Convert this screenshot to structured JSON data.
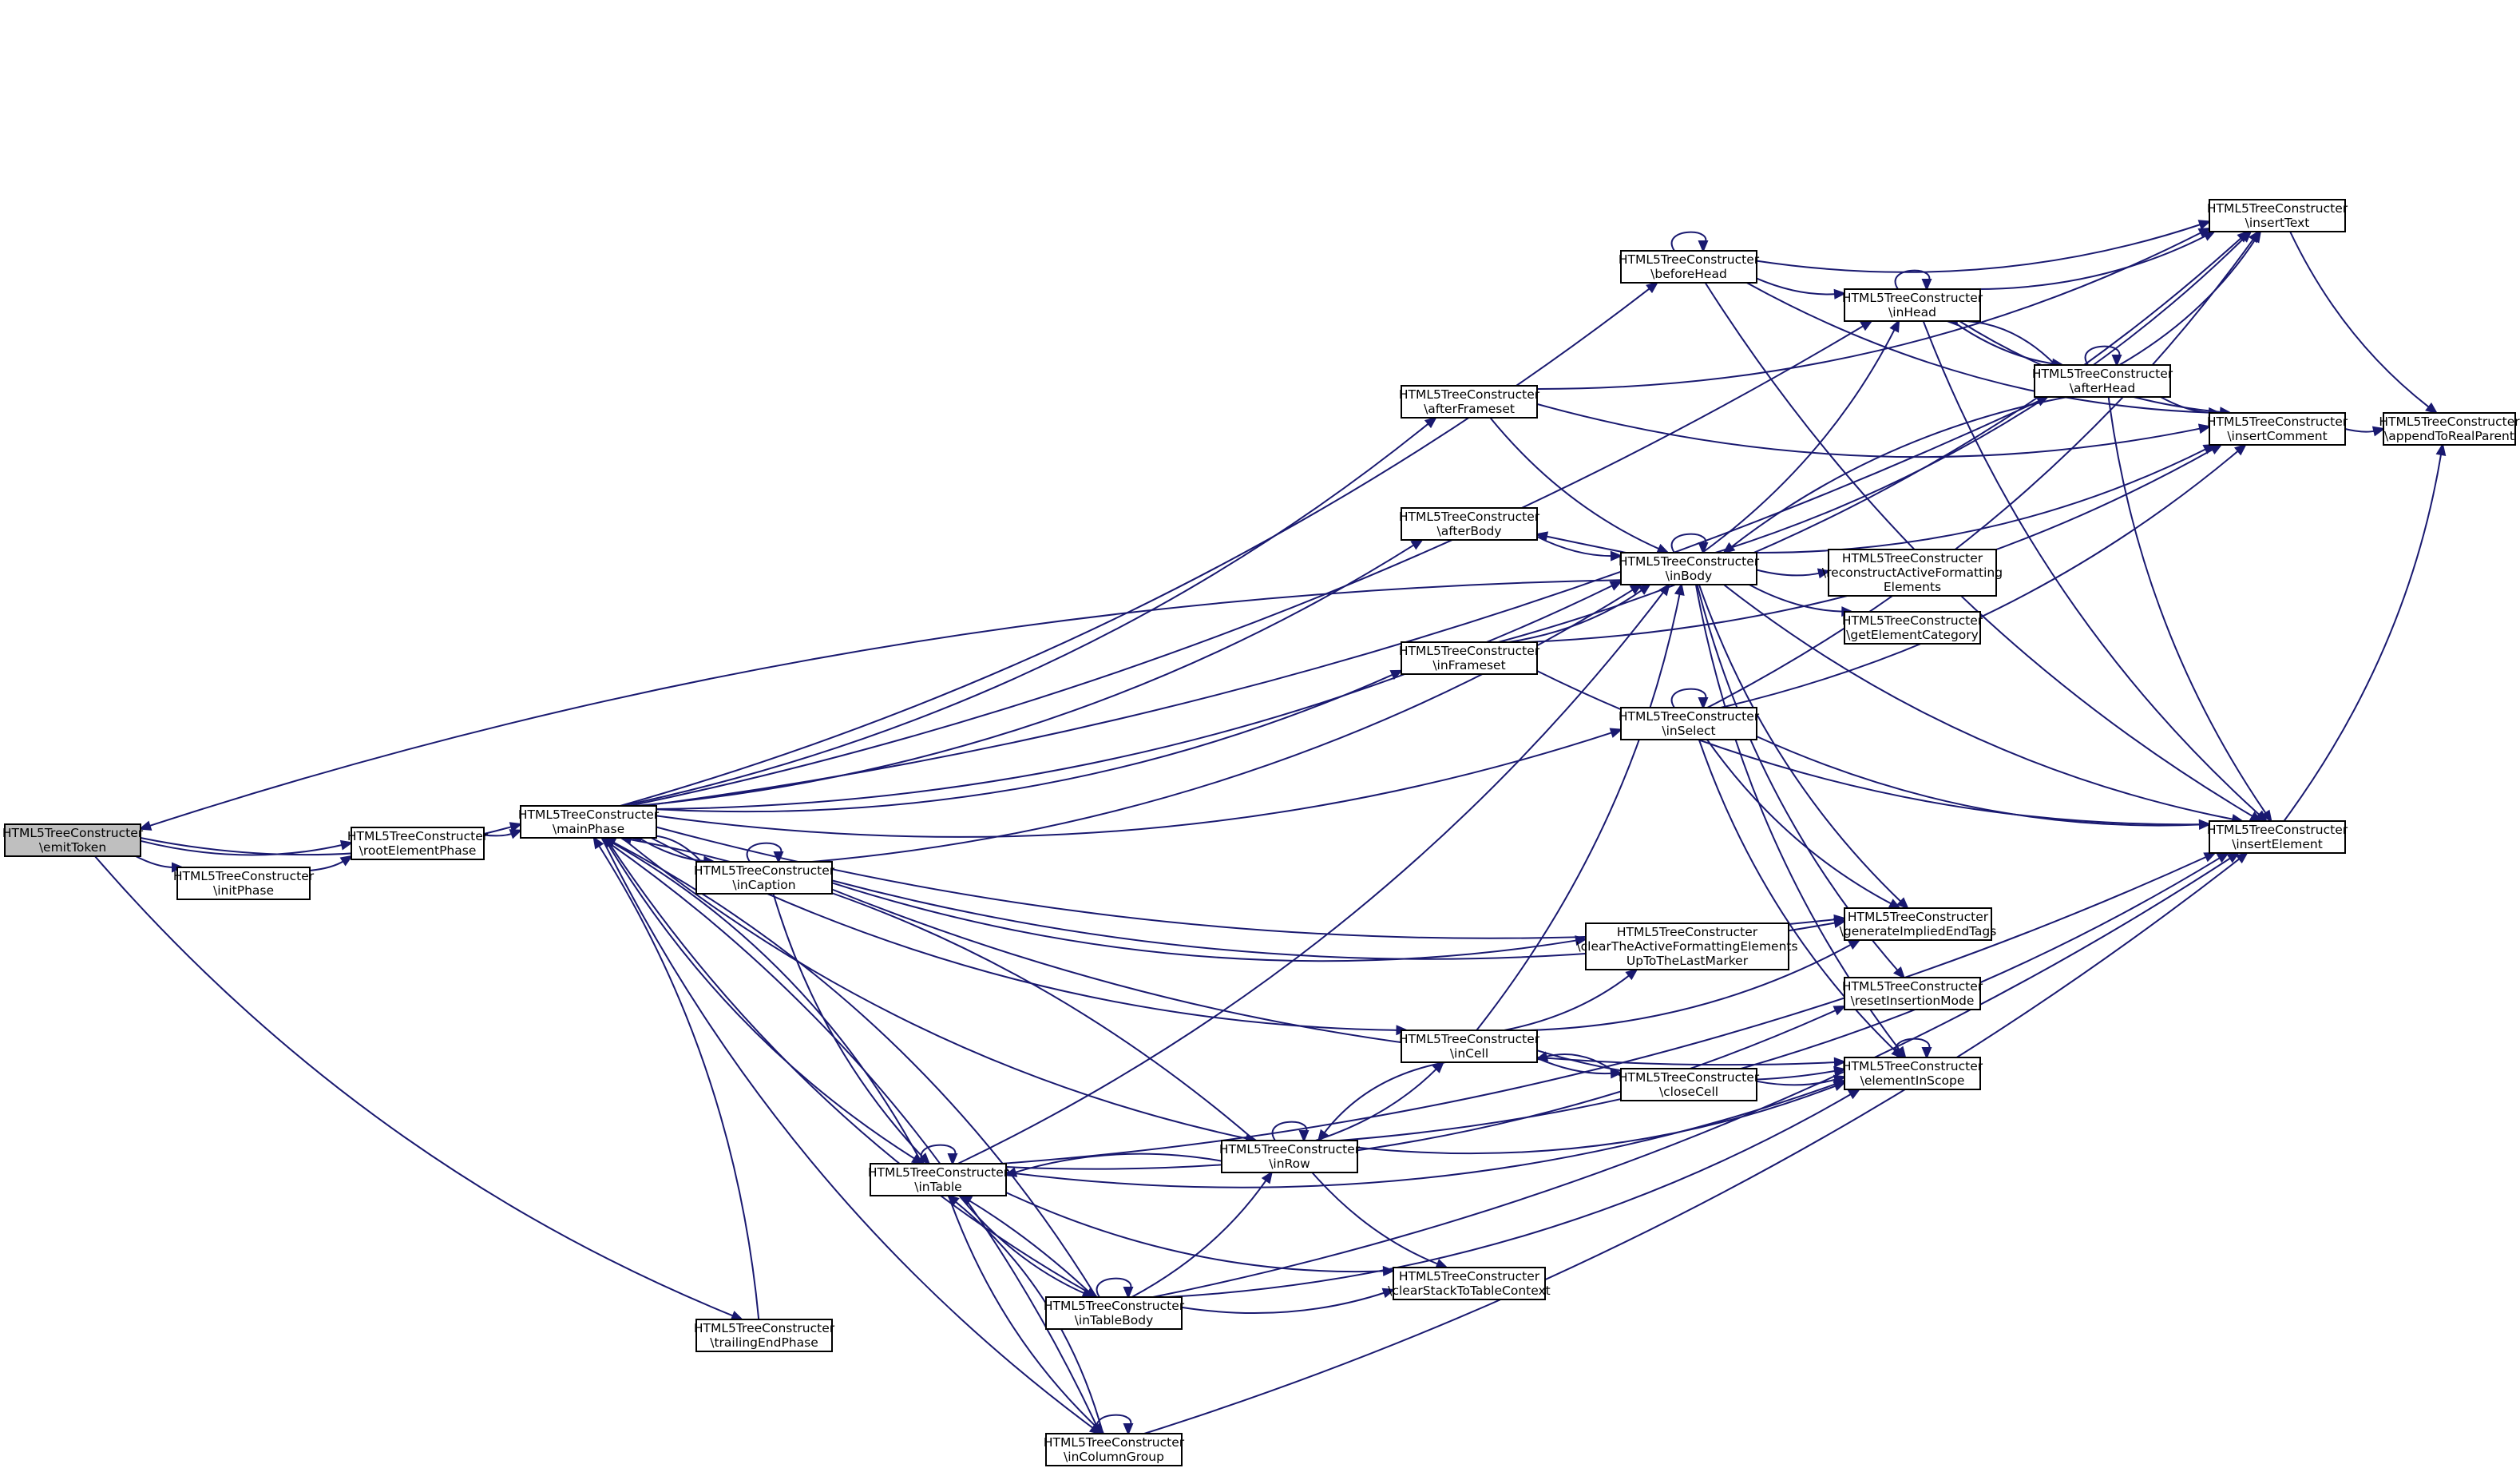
{
  "diagram": {
    "type": "call-graph",
    "colors": {
      "edge": "#191970",
      "node_border": "#000000",
      "node_fill": "#ffffff",
      "root_fill": "#bfbfbf"
    },
    "nodes": [
      {
        "id": "emitToken",
        "lines": [
          "HTML5TreeConstructer",
          "\\emitToken"
        ],
        "root": true
      },
      {
        "id": "rootElementPhase",
        "lines": [
          "HTML5TreeConstructer",
          "\\rootElementPhase"
        ]
      },
      {
        "id": "initPhase",
        "lines": [
          "HTML5TreeConstructer",
          "\\initPhase"
        ]
      },
      {
        "id": "mainPhase",
        "lines": [
          "HTML5TreeConstructer",
          "\\mainPhase"
        ]
      },
      {
        "id": "trailingEndPhase",
        "lines": [
          "HTML5TreeConstructer",
          "\\trailingEndPhase"
        ]
      },
      {
        "id": "inCaption",
        "lines": [
          "HTML5TreeConstructer",
          "\\inCaption"
        ]
      },
      {
        "id": "inTable",
        "lines": [
          "HTML5TreeConstructer",
          "\\inTable"
        ]
      },
      {
        "id": "inTableBody",
        "lines": [
          "HTML5TreeConstructer",
          "\\inTableBody"
        ]
      },
      {
        "id": "inColumnGroup",
        "lines": [
          "HTML5TreeConstructer",
          "\\inColumnGroup"
        ]
      },
      {
        "id": "inRow",
        "lines": [
          "HTML5TreeConstructer",
          "\\inRow"
        ]
      },
      {
        "id": "afterFrameset",
        "lines": [
          "HTML5TreeConstructer",
          "\\afterFrameset"
        ]
      },
      {
        "id": "afterBody",
        "lines": [
          "HTML5TreeConstructer",
          "\\afterBody"
        ]
      },
      {
        "id": "inFrameset",
        "lines": [
          "HTML5TreeConstructer",
          "\\inFrameset"
        ]
      },
      {
        "id": "inCell",
        "lines": [
          "HTML5TreeConstructer",
          "\\inCell"
        ]
      },
      {
        "id": "clearStackToTableContext",
        "lines": [
          "HTML5TreeConstructer",
          "\\clearStackToTableContext"
        ]
      },
      {
        "id": "beforeHead",
        "lines": [
          "HTML5TreeConstructer",
          "\\beforeHead"
        ]
      },
      {
        "id": "inBody",
        "lines": [
          "HTML5TreeConstructer",
          "\\inBody"
        ]
      },
      {
        "id": "inSelect",
        "lines": [
          "HTML5TreeConstructer",
          "\\inSelect"
        ]
      },
      {
        "id": "clearActive",
        "lines": [
          "HTML5TreeConstructer",
          "\\clearTheActiveFormattingElements",
          "UpToTheLastMarker"
        ]
      },
      {
        "id": "closeCell",
        "lines": [
          "HTML5TreeConstructer",
          "\\closeCell"
        ]
      },
      {
        "id": "inHead",
        "lines": [
          "HTML5TreeConstructer",
          "\\inHead"
        ]
      },
      {
        "id": "reconstruct",
        "lines": [
          "HTML5TreeConstructer",
          "\\reconstructActiveFormatting",
          "Elements"
        ]
      },
      {
        "id": "getElementCategory",
        "lines": [
          "HTML5TreeConstructer",
          "\\getElementCategory"
        ]
      },
      {
        "id": "generateImpliedEndTags",
        "lines": [
          "HTML5TreeConstructer",
          "\\generateImpliedEndTags"
        ]
      },
      {
        "id": "resetInsertionMode",
        "lines": [
          "HTML5TreeConstructer",
          "\\resetInsertionMode"
        ]
      },
      {
        "id": "elementInScope",
        "lines": [
          "HTML5TreeConstructer",
          "\\elementInScope"
        ]
      },
      {
        "id": "afterHead",
        "lines": [
          "HTML5TreeConstructer",
          "\\afterHead"
        ]
      },
      {
        "id": "insertText",
        "lines": [
          "HTML5TreeConstructer",
          "\\insertText"
        ]
      },
      {
        "id": "insertComment",
        "lines": [
          "HTML5TreeConstructer",
          "\\insertComment"
        ]
      },
      {
        "id": "insertElement",
        "lines": [
          "HTML5TreeConstructer",
          "\\insertElement"
        ]
      },
      {
        "id": "appendToRealParent",
        "lines": [
          "HTML5TreeConstructer",
          "\\appendToRealParent"
        ]
      }
    ],
    "edges": [
      [
        "emitToken",
        "mainPhase"
      ],
      [
        "emitToken",
        "rootElementPhase"
      ],
      [
        "emitToken",
        "initPhase"
      ],
      [
        "emitToken",
        "trailingEndPhase"
      ],
      [
        "initPhase",
        "rootElementPhase"
      ],
      [
        "rootElementPhase",
        "mainPhase"
      ],
      [
        "mainPhase",
        "inCaption"
      ],
      [
        "mainPhase",
        "inTable"
      ],
      [
        "mainPhase",
        "inTableBody"
      ],
      [
        "mainPhase",
        "inColumnGroup"
      ],
      [
        "mainPhase",
        "inRow"
      ],
      [
        "mainPhase",
        "afterFrameset"
      ],
      [
        "mainPhase",
        "afterBody"
      ],
      [
        "mainPhase",
        "inFrameset"
      ],
      [
        "mainPhase",
        "inCell"
      ],
      [
        "mainPhase",
        "beforeHead"
      ],
      [
        "mainPhase",
        "inBody"
      ],
      [
        "mainPhase",
        "inSelect"
      ],
      [
        "mainPhase",
        "inHead"
      ],
      [
        "mainPhase",
        "generateImpliedEndTags"
      ],
      [
        "mainPhase",
        "afterHead"
      ],
      [
        "trailingEndPhase",
        "mainPhase"
      ],
      [
        "inBody",
        "emitToken"
      ],
      [
        "inCaption",
        "mainPhase"
      ],
      [
        "inCaption",
        "inCaption"
      ],
      [
        "inCaption",
        "inTable"
      ],
      [
        "inCaption",
        "inBody"
      ],
      [
        "inCaption",
        "clearActive"
      ],
      [
        "inCaption",
        "elementInScope"
      ],
      [
        "inCaption",
        "generateImpliedEndTags"
      ],
      [
        "inTable",
        "mainPhase"
      ],
      [
        "inTable",
        "inTable"
      ],
      [
        "inTable",
        "inTableBody"
      ],
      [
        "inTable",
        "inColumnGroup"
      ],
      [
        "inTable",
        "clearStackToTableContext"
      ],
      [
        "inTable",
        "inBody"
      ],
      [
        "inTable",
        "elementInScope"
      ],
      [
        "inTable",
        "resetInsertionMode"
      ],
      [
        "inTable",
        "insertElement"
      ],
      [
        "inTableBody",
        "mainPhase"
      ],
      [
        "inTableBody",
        "inTableBody"
      ],
      [
        "inTableBody",
        "inTable"
      ],
      [
        "inTableBody",
        "inRow"
      ],
      [
        "inTableBody",
        "clearStackToTableContext"
      ],
      [
        "inTableBody",
        "elementInScope"
      ],
      [
        "inTableBody",
        "insertElement"
      ],
      [
        "inColumnGroup",
        "mainPhase"
      ],
      [
        "inColumnGroup",
        "inColumnGroup"
      ],
      [
        "inColumnGroup",
        "inTable"
      ],
      [
        "inColumnGroup",
        "insertElement"
      ],
      [
        "inRow",
        "mainPhase"
      ],
      [
        "inRow",
        "inRow"
      ],
      [
        "inRow",
        "inTable"
      ],
      [
        "inRow",
        "inCell"
      ],
      [
        "inRow",
        "clearStackToTableContext"
      ],
      [
        "inRow",
        "elementInScope"
      ],
      [
        "inRow",
        "insertElement"
      ],
      [
        "afterFrameset",
        "inBody"
      ],
      [
        "afterFrameset",
        "insertText"
      ],
      [
        "afterFrameset",
        "insertComment"
      ],
      [
        "afterBody",
        "inBody"
      ],
      [
        "inBody",
        "afterBody"
      ],
      [
        "inFrameset",
        "inBody"
      ],
      [
        "inFrameset",
        "insertText"
      ],
      [
        "inFrameset",
        "insertComment"
      ],
      [
        "inFrameset",
        "insertElement"
      ],
      [
        "inCell",
        "inBody"
      ],
      [
        "inCell",
        "inRow"
      ],
      [
        "inCell",
        "closeCell"
      ],
      [
        "inCell",
        "clearActive"
      ],
      [
        "inCell",
        "generateImpliedEndTags"
      ],
      [
        "inCell",
        "elementInScope"
      ],
      [
        "closeCell",
        "inCell"
      ],
      [
        "closeCell",
        "elementInScope"
      ],
      [
        "beforeHead",
        "beforeHead"
      ],
      [
        "beforeHead",
        "inHead"
      ],
      [
        "beforeHead",
        "insertText"
      ],
      [
        "beforeHead",
        "insertComment"
      ],
      [
        "beforeHead",
        "insertElement"
      ],
      [
        "inBody",
        "inBody"
      ],
      [
        "inBody",
        "inHead"
      ],
      [
        "inBody",
        "reconstruct"
      ],
      [
        "inBody",
        "getElementCategory"
      ],
      [
        "inBody",
        "generateImpliedEndTags"
      ],
      [
        "inBody",
        "elementInScope"
      ],
      [
        "inBody",
        "insertText"
      ],
      [
        "inBody",
        "insertComment"
      ],
      [
        "inBody",
        "insertElement"
      ],
      [
        "inBody",
        "resetInsertionMode"
      ],
      [
        "inSelect",
        "inSelect"
      ],
      [
        "inSelect",
        "elementInScope"
      ],
      [
        "inSelect",
        "insertText"
      ],
      [
        "inSelect",
        "insertComment"
      ],
      [
        "inSelect",
        "insertElement"
      ],
      [
        "inSelect",
        "generateImpliedEndTags"
      ],
      [
        "inHead",
        "inHead"
      ],
      [
        "inHead",
        "afterHead"
      ],
      [
        "inHead",
        "insertText"
      ],
      [
        "inHead",
        "insertComment"
      ],
      [
        "inHead",
        "insertElement"
      ],
      [
        "afterHead",
        "afterHead"
      ],
      [
        "afterHead",
        "inHead"
      ],
      [
        "afterHead",
        "inBody"
      ],
      [
        "afterHead",
        "insertText"
      ],
      [
        "afterHead",
        "insertComment"
      ],
      [
        "afterHead",
        "insertElement"
      ],
      [
        "elementInScope",
        "elementInScope"
      ],
      [
        "insertText",
        "appendToRealParent"
      ],
      [
        "insertComment",
        "appendToRealParent"
      ],
      [
        "insertElement",
        "appendToRealParent"
      ]
    ]
  }
}
